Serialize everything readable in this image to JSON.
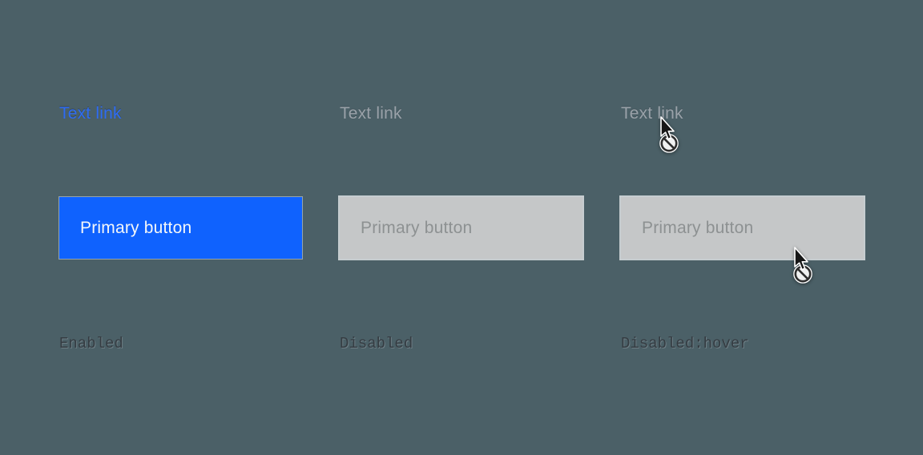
{
  "page": {
    "background": "#4b6067",
    "description_note": "Three-column states demo of text link and primary button"
  },
  "palette": {
    "link_enabled": "#2e6cf3",
    "link_disabled": "#9aa2a9",
    "button_primary_bg": "#0f62fe",
    "button_primary_text": "#f4f7f9",
    "button_disabled_bg": "#c5c7c8",
    "button_disabled_text": "#8d9192",
    "state_label_color": "#353c42"
  },
  "icons": {
    "not_allowed_cursor": "arrow pointer with no-entry (circle-slash) sign"
  },
  "columns": [
    {
      "link_label": "Text link",
      "button_label": "Primary button",
      "state_label": "Enabled"
    },
    {
      "link_label": "Text link",
      "button_label": "Primary button",
      "state_label": "Disabled"
    },
    {
      "link_label": "Text link",
      "button_label": "Primary button",
      "state_label": "Disabled:hover"
    }
  ]
}
